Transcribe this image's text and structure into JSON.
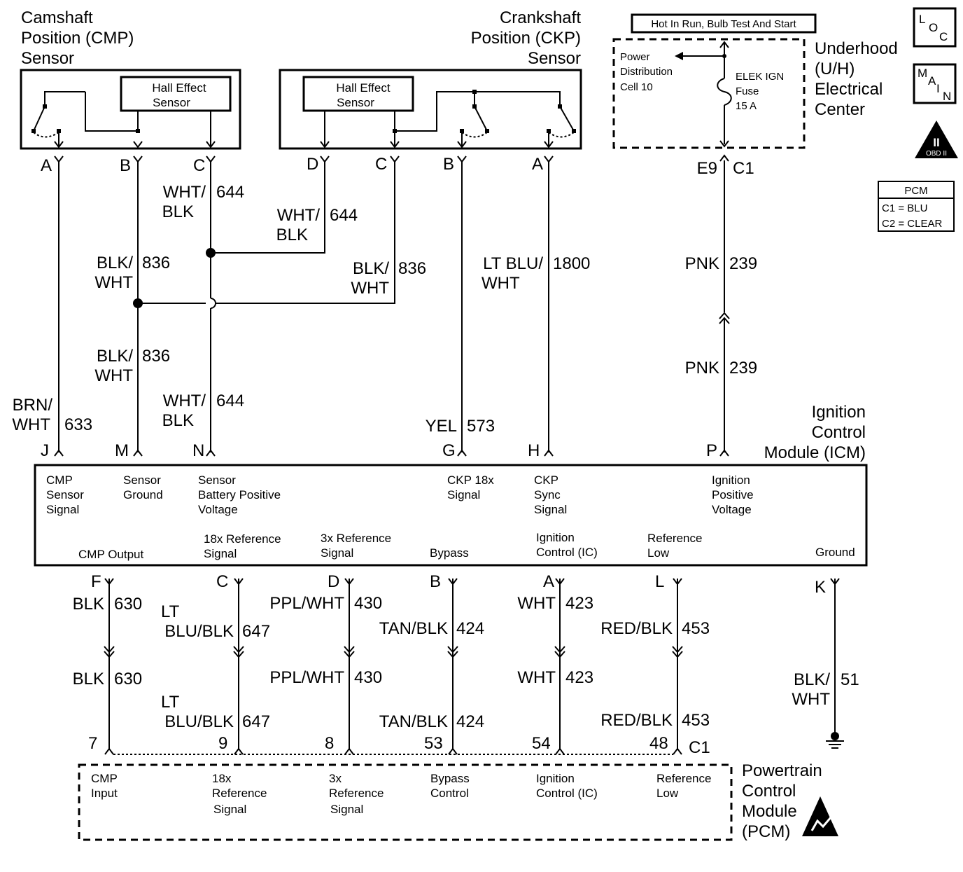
{
  "cmp_sensor": {
    "title": [
      "Camshaft",
      "Position (CMP)",
      "Sensor"
    ],
    "hall_effect": [
      "Hall Effect",
      "Sensor"
    ],
    "pins": [
      "A",
      "B",
      "C"
    ]
  },
  "ckp_sensor": {
    "title": [
      "Crankshaft",
      "Position (CKP)",
      "Sensor"
    ],
    "hall_effect": [
      "Hall Effect",
      "Sensor"
    ],
    "pins": [
      "D",
      "C",
      "B",
      "A"
    ]
  },
  "underhood": {
    "hot_label": "Hot In Run, Bulb Test And Start",
    "title": [
      "Underhood",
      "(U/H)",
      "Electrical",
      "Center"
    ],
    "pdc": [
      "Power",
      "Distribution",
      "Cell 10"
    ],
    "fuse": [
      "ELEK IGN",
      "Fuse",
      "15 A"
    ],
    "connector_left": "E9",
    "connector_right": "C1"
  },
  "badges": {
    "loc": [
      "L",
      "O",
      "C"
    ],
    "main": [
      "M",
      "A",
      "I",
      "N"
    ],
    "obd": {
      "numeral": "II",
      "text": "OBD II"
    },
    "pcm_table": [
      "PCM",
      "C1 = BLU",
      "C2 = CLEAR"
    ]
  },
  "upper_wires": {
    "wht_blk_644": [
      "WHT/",
      "BLK",
      "644"
    ],
    "blk_wht_836": [
      "BLK/",
      "WHT",
      "836"
    ],
    "lt_blu_wht_1800": [
      "LT BLU/",
      "WHT",
      "1800"
    ],
    "pnk_239": [
      "PNK",
      "239"
    ],
    "brn_wht_633": [
      "BRN/",
      "WHT",
      "633"
    ],
    "yel_573": [
      "YEL",
      "573"
    ]
  },
  "icm": {
    "title": [
      "Ignition",
      "Control",
      "Module (ICM)"
    ],
    "pins_top": [
      "J",
      "M",
      "N",
      "G",
      "H",
      "P"
    ],
    "labels_top": {
      "cmp_sensor_signal": [
        "CMP",
        "Sensor",
        "Signal"
      ],
      "sensor_ground": [
        "Sensor",
        "Ground"
      ],
      "sensor_bpv": [
        "Sensor",
        "Battery Positive",
        "Voltage"
      ],
      "ckp_18x": [
        "CKP 18x",
        "Signal"
      ],
      "ckp_sync": [
        "CKP",
        "Sync",
        "Signal"
      ],
      "ign_pos": [
        "Ignition",
        "Positive",
        "Voltage"
      ]
    },
    "labels_bottom": {
      "cmp_output": "CMP Output",
      "ref18x": [
        "18x Reference",
        "Signal"
      ],
      "ref3x": [
        "3x Reference",
        "Signal"
      ],
      "bypass": "Bypass",
      "ic": [
        "Ignition",
        "Control (IC)"
      ],
      "ref_low": [
        "Reference",
        "Low"
      ],
      "ground": "Ground"
    },
    "pins_bottom": [
      "F",
      "C",
      "D",
      "B",
      "A",
      "L",
      "K"
    ]
  },
  "lower_wires": {
    "blk_630": [
      "BLK",
      "630"
    ],
    "lt_blu_blk_647": [
      "LT",
      "BLU/BLK",
      "647"
    ],
    "ppl_wht_430": [
      "PPL/WHT",
      "430"
    ],
    "tan_blk_424": [
      "TAN/BLK",
      "424"
    ],
    "wht_423": [
      "WHT",
      "423"
    ],
    "red_blk_453": [
      "RED/BLK",
      "453"
    ],
    "blk_wht_51": [
      "BLK/",
      "WHT",
      "51"
    ]
  },
  "pcm": {
    "pins": [
      "7",
      "9",
      "8",
      "53",
      "54",
      "48"
    ],
    "connector": "C1",
    "title": [
      "Powertrain",
      "Control",
      "Module",
      "(PCM)"
    ],
    "labels": {
      "cmp_input": [
        "CMP",
        "Input"
      ],
      "ref18x": [
        "18x",
        "Reference",
        "Signal"
      ],
      "ref3x": [
        "3x",
        "Reference",
        "Signal"
      ],
      "bypass": [
        "Bypass",
        "Control"
      ],
      "ic": [
        "Ignition",
        "Control (IC)"
      ],
      "ref_low": [
        "Reference",
        "Low"
      ]
    }
  }
}
